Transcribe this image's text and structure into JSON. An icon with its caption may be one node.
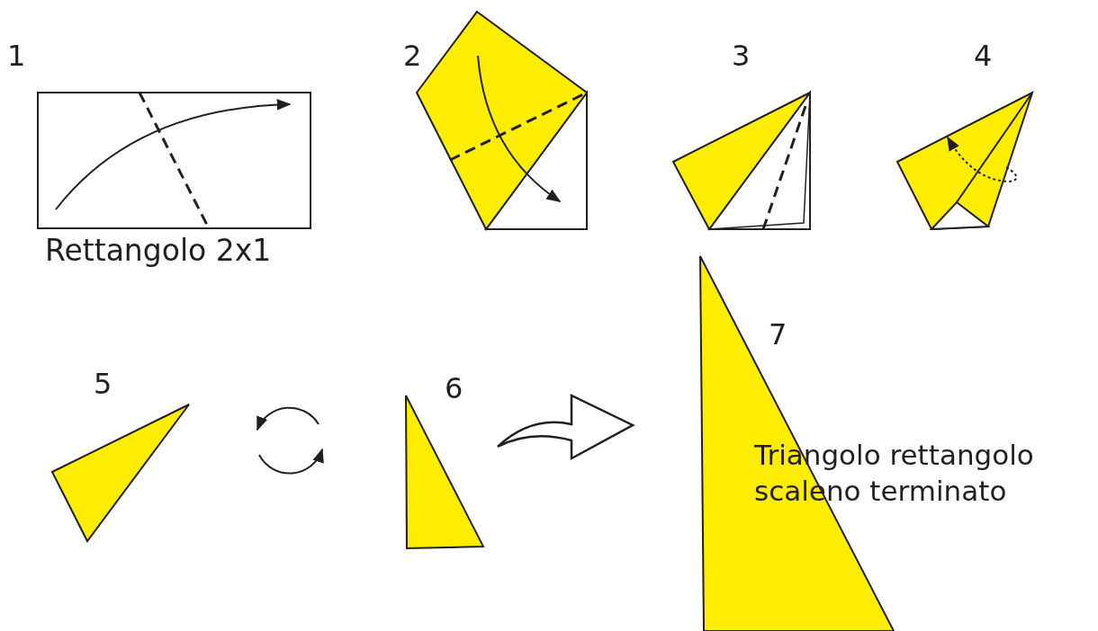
{
  "diagram": {
    "labels": [
      "1",
      "2",
      "3",
      "4",
      "Rettangolo 2x1",
      "7",
      "5",
      "6",
      "Triangolo rettangolo scaleno terminato"
    ]
  }
}
